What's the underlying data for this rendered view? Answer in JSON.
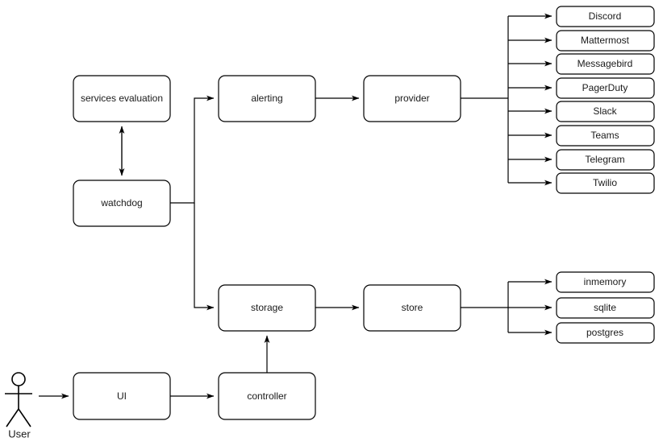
{
  "diagram": {
    "background_color": "#ffffff",
    "stroke_color": "#000000",
    "text_color": "#1a1a1a",
    "actor": {
      "label": "User",
      "icon": "stick-figure-actor-icon"
    },
    "nodes": {
      "services_evaluation": "services evaluation",
      "watchdog": "watchdog",
      "alerting": "alerting",
      "provider": "provider",
      "storage": "storage",
      "store": "store",
      "ui": "UI",
      "controller": "controller"
    },
    "providers": [
      "Discord",
      "Mattermost",
      "Messagebird",
      "PagerDuty",
      "Slack",
      "Teams",
      "Telegram",
      "Twilio"
    ],
    "stores": [
      "inmemory",
      "sqlite",
      "postgres"
    ]
  }
}
